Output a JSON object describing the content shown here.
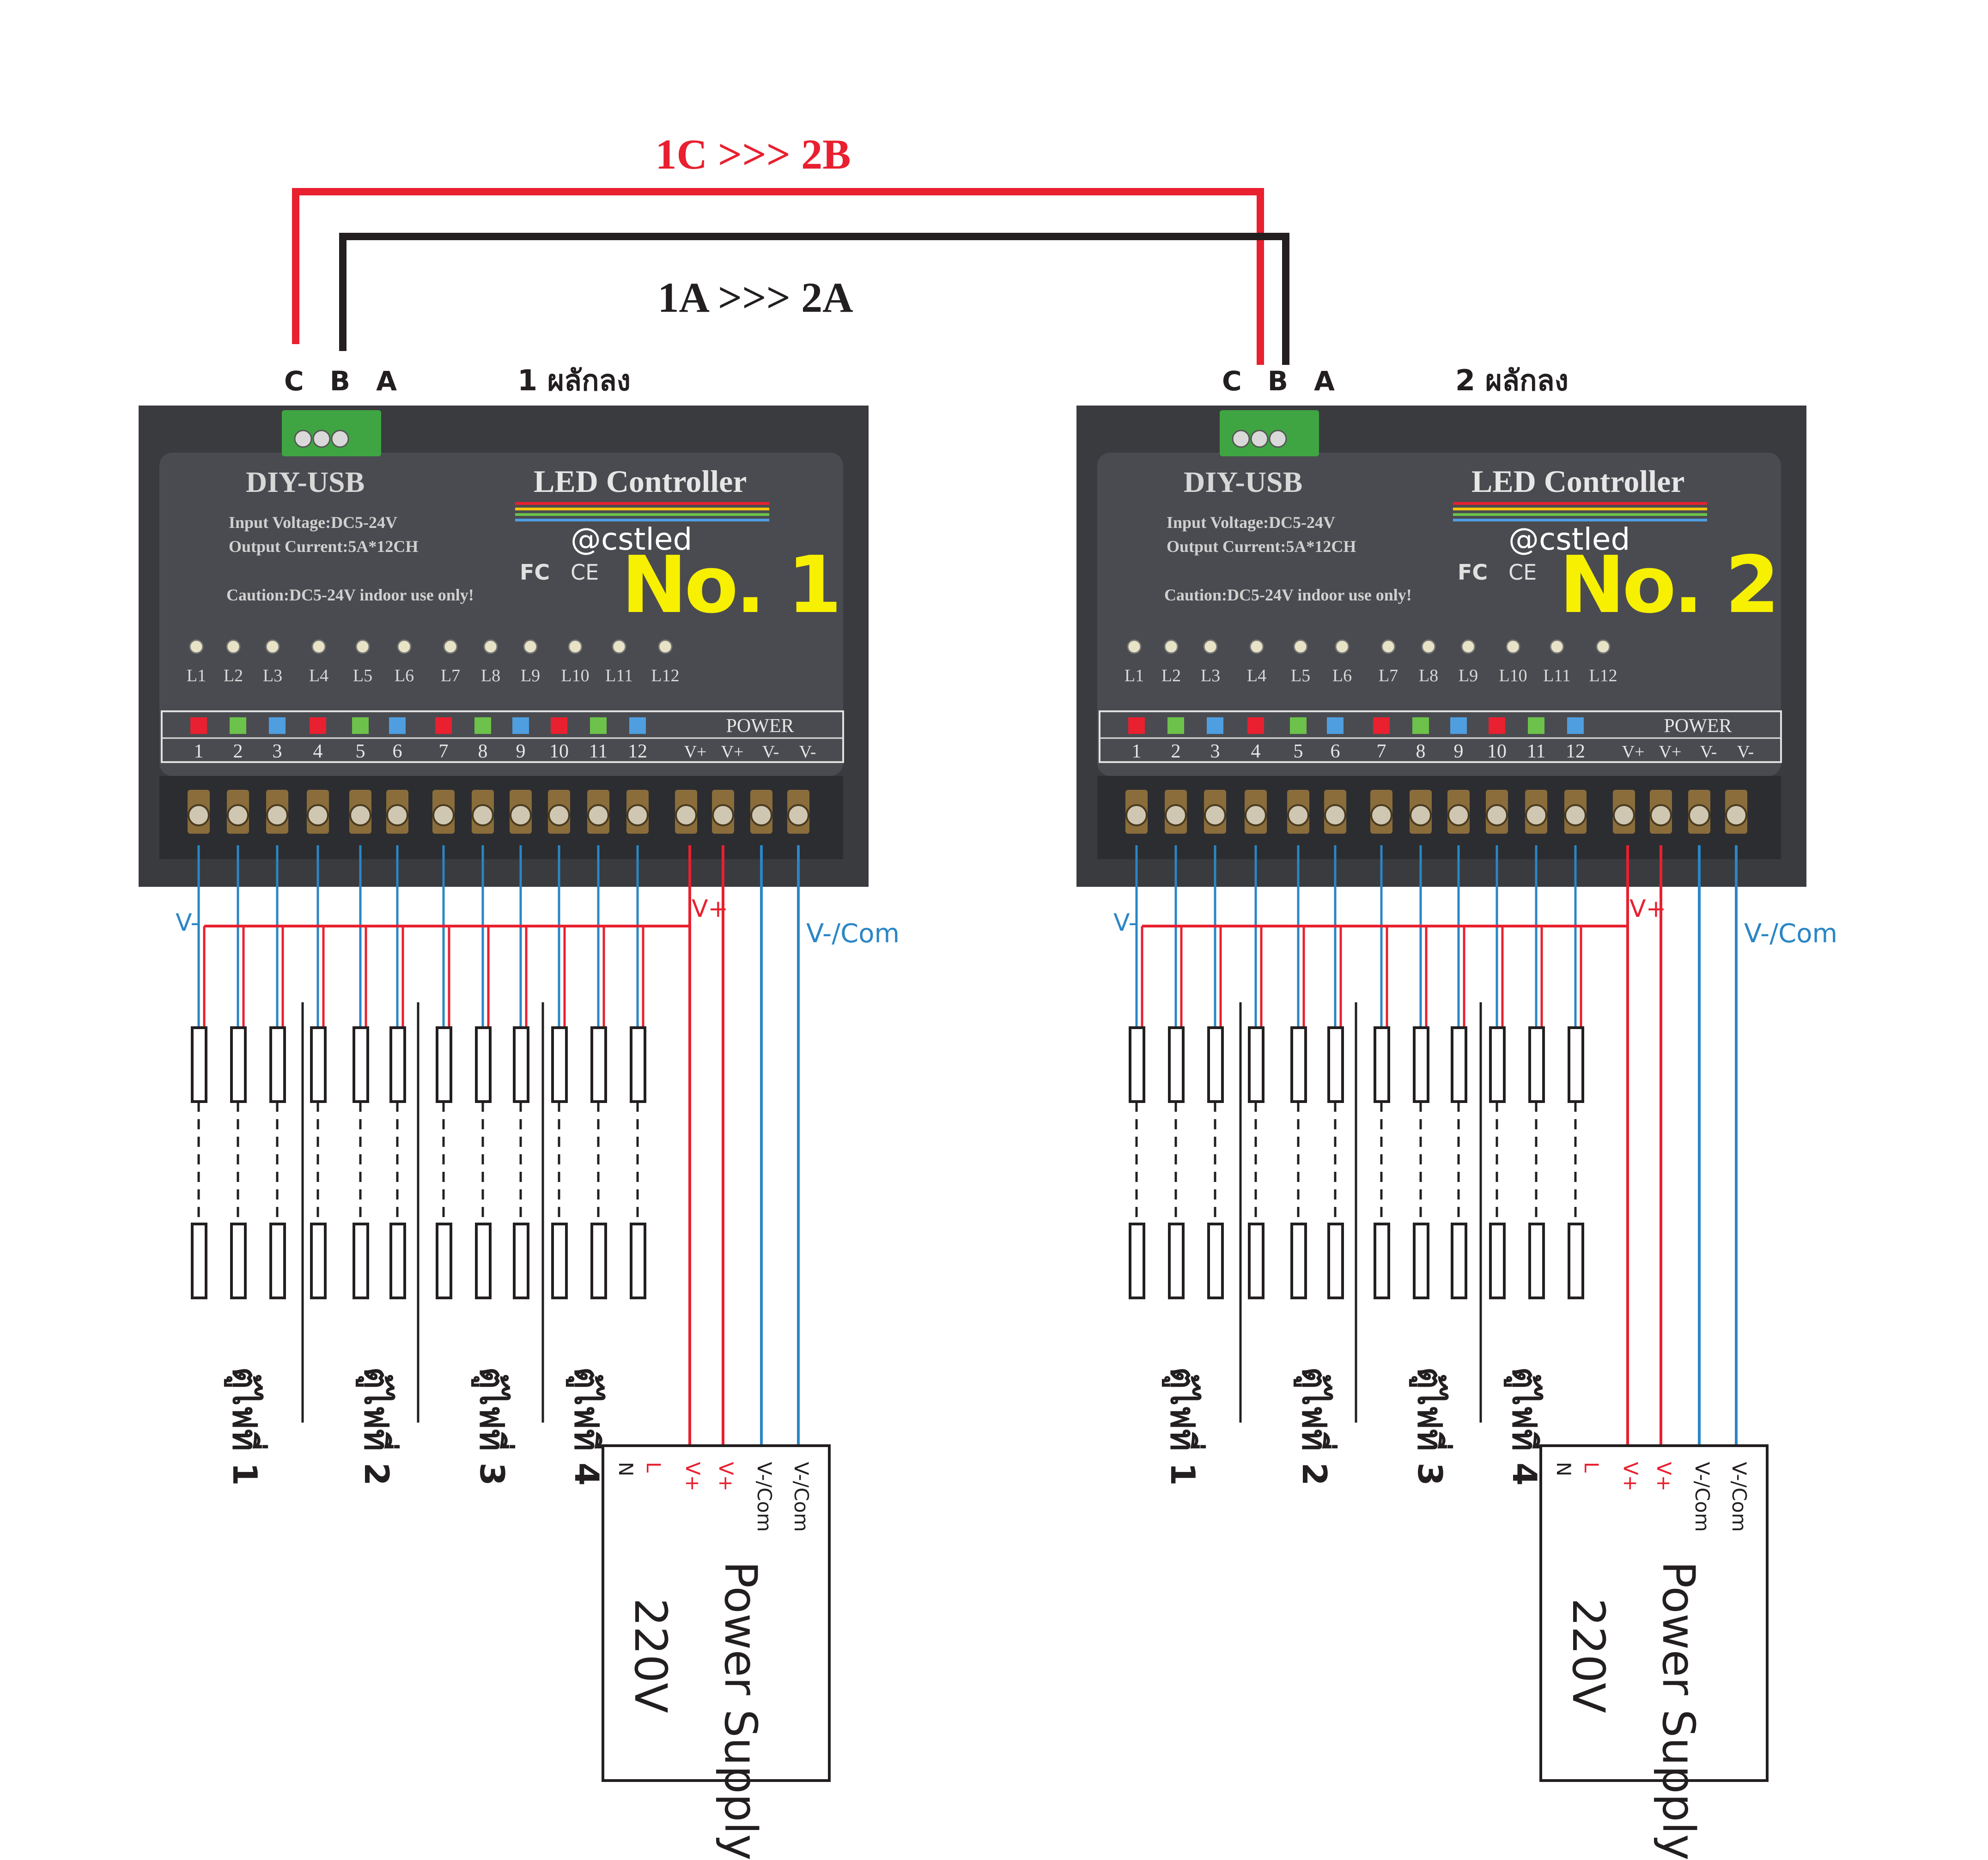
{
  "links": {
    "red_label": "1C >>> 2B",
    "black_label": "1A >>> 2A",
    "red_color": "#e8202f",
    "black_color": "#231f20"
  },
  "colors": {
    "wire_red": "#e8202f",
    "wire_blue": "#2a86c6",
    "panel": "#3a3b3f",
    "panel_face": "#4a4b50",
    "terminal_green": "#3fa542",
    "watermark": "#f7f000",
    "channel_colors": [
      "#e8202f",
      "#6cc24a",
      "#4f9ee0"
    ]
  },
  "controllers": [
    {
      "abc_label": "C B A",
      "heading": "1 ผลักลง",
      "brand": "DIY-USB",
      "product": "LED Controller",
      "spec_input": "Input Voltage:DC5-24V",
      "spec_output": "Output Current:5A*12CH",
      "caution": "Caution:DC5-24V indoor use only!",
      "handle": "@cstled",
      "number_badge": "No. 1",
      "cert_marks": [
        "FC",
        "CE"
      ],
      "led_labels": [
        "L1",
        "L2",
        "L3",
        "L4",
        "L5",
        "L6",
        "L7",
        "L8",
        "L9",
        "L10",
        "L11",
        "L12"
      ],
      "channel_numbers": [
        "1",
        "2",
        "3",
        "4",
        "5",
        "6",
        "7",
        "8",
        "9",
        "10",
        "11",
        "12"
      ],
      "power_header": "POWER",
      "power_pins": [
        "V+",
        "V+",
        "V-",
        "V-"
      ],
      "wire_labels": {
        "vminus": "V-",
        "vplus": "V+",
        "vcom": "V-/Com"
      },
      "zones": [
        "ตู้ไฟที่ 1",
        "ตู้ไฟที่ 2",
        "ตู้ไฟที่ 3",
        "ตู้ไฟที่ 4"
      ],
      "psu": {
        "pins": [
          "N",
          "L",
          "V+",
          "V+",
          "V-/Com",
          "V-/Com"
        ],
        "title": "Power Supply",
        "voltage": "220V"
      }
    },
    {
      "abc_label": "C B A",
      "heading": "2 ผลักลง",
      "brand": "DIY-USB",
      "product": "LED Controller",
      "spec_input": "Input Voltage:DC5-24V",
      "spec_output": "Output Current:5A*12CH",
      "caution": "Caution:DC5-24V indoor use only!",
      "handle": "@cstled",
      "number_badge": "No. 2",
      "cert_marks": [
        "FC",
        "CE"
      ],
      "led_labels": [
        "L1",
        "L2",
        "L3",
        "L4",
        "L5",
        "L6",
        "L7",
        "L8",
        "L9",
        "L10",
        "L11",
        "L12"
      ],
      "channel_numbers": [
        "1",
        "2",
        "3",
        "4",
        "5",
        "6",
        "7",
        "8",
        "9",
        "10",
        "11",
        "12"
      ],
      "power_header": "POWER",
      "power_pins": [
        "V+",
        "V+",
        "V-",
        "V-"
      ],
      "wire_labels": {
        "vminus": "V-",
        "vplus": "V+",
        "vcom": "V-/Com"
      },
      "zones": [
        "ตู้ไฟที่ 1",
        "ตู้ไฟที่ 2",
        "ตู้ไฟที่ 3",
        "ตู้ไฟที่ 4"
      ],
      "psu": {
        "pins": [
          "N",
          "L",
          "V+",
          "V+",
          "V-/Com",
          "V-/Com"
        ],
        "title": "Power Supply",
        "voltage": "220V"
      }
    }
  ]
}
